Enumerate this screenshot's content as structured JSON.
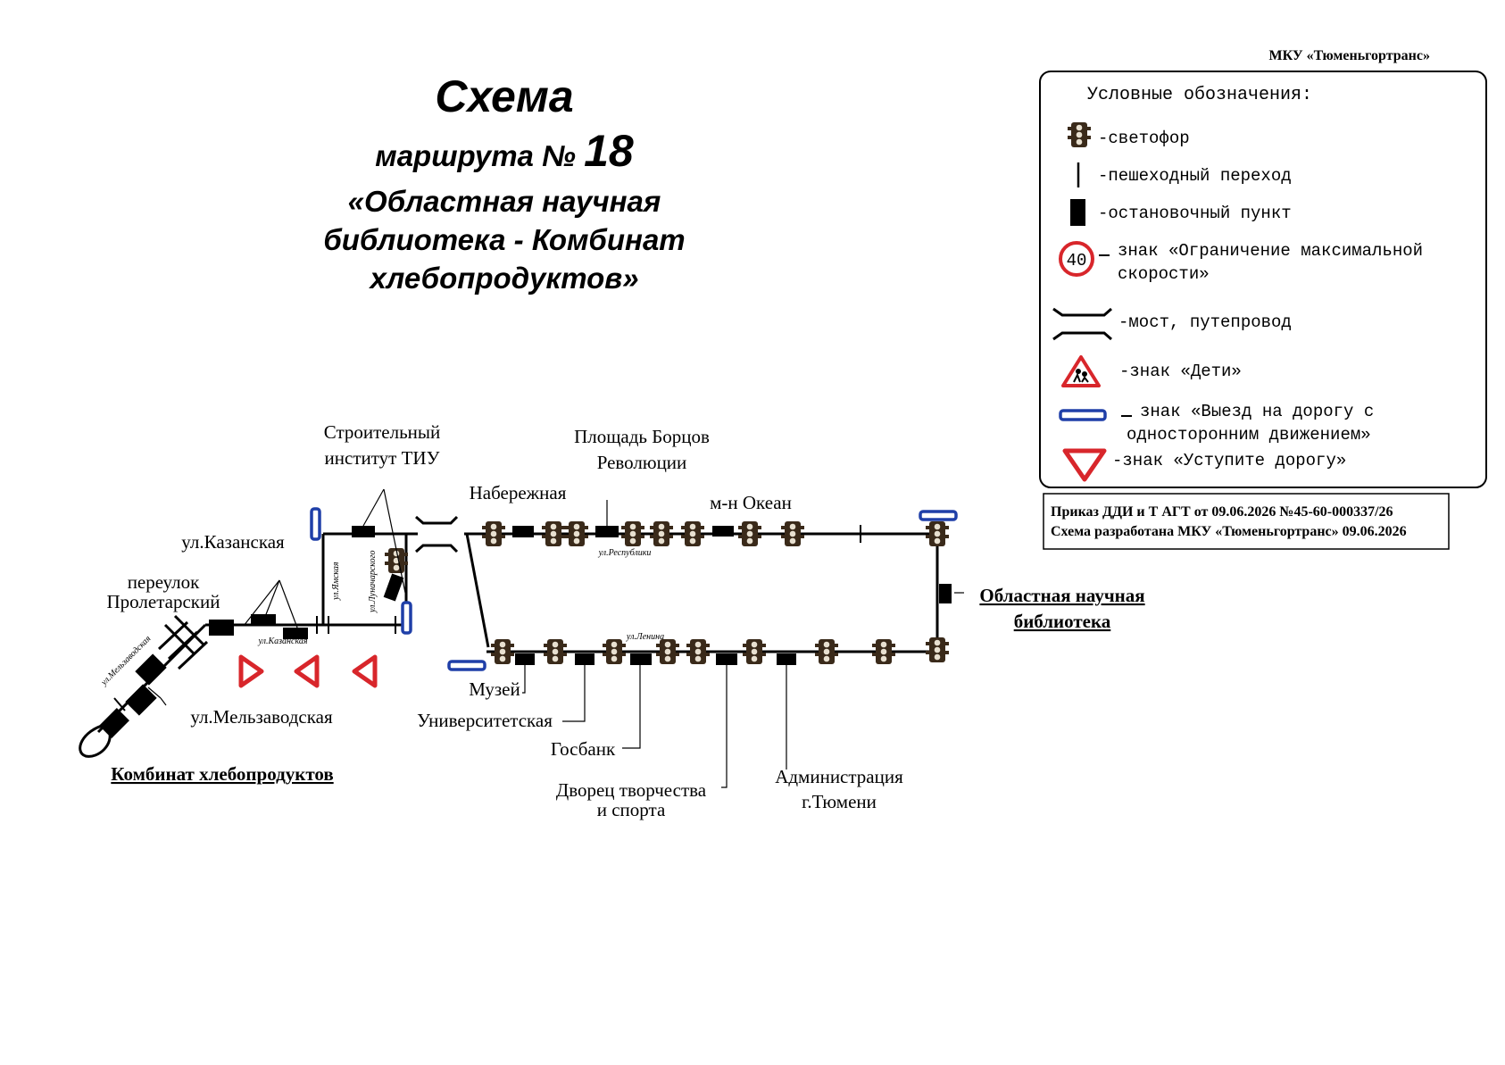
{
  "organization": "МКУ «Тюменьгортранс»",
  "title": {
    "line1": "Схема",
    "line2": "маршрута № ",
    "number": "18",
    "line3": "«Областная научная",
    "line4": "библиотека -  Комбинат",
    "line5": "хлебопродуктов»"
  },
  "legend": {
    "heading": "Условные обозначения:",
    "traffic_light": "-светофор",
    "crosswalk": "-пешеходный переход",
    "bus_stop": "-остановочный пункт",
    "speed_limit_value": "40",
    "speed_limit_line1": "знак «Ограничение максимальной",
    "speed_limit_line2": "скорости»",
    "bridge": "-мост, путепровод",
    "children": "-знак «Дети»",
    "one_way_line1": "знак «Выезд на дорогу с",
    "one_way_line2": "односторонним движением»",
    "yield": "-знак «Уступите дорогу»"
  },
  "order": {
    "line1": "Приказ ДДИ и Т АГТ от 09.06.2026 №45-60-000337/26",
    "line2": "Схема разработана МКУ «Тюменьгортранс» 09.06.2026"
  },
  "stops": {
    "stroitelny_1": "Строительный",
    "stroitelny_2": "институт ТИУ",
    "ploshchad_1": "Площадь Борцов",
    "ploshchad_2": "Революции",
    "naberezhnaya": "Набережная",
    "okean": "м-н Океан",
    "kazanskaya": "ул.Казанская",
    "pereulok_1": "переулок",
    "pereulok_2": "Пролетарский",
    "melzavodskaya": "ул.Мельзаводская",
    "kombinat": "Комбинат хлебопродуктов",
    "library_1": "Областная научная",
    "library_2": "библиотека",
    "muzey": "Музей",
    "universitetskaya": "Университетская",
    "gosbank": "Госбанк",
    "dvorets_1": "Дворец творчества",
    "dvorets_2": "и спорта",
    "admin_1": "Администрация",
    "admin_2": "г.Тюмени"
  },
  "streets": {
    "respubliki": "ул.Республики",
    "lenina": "ул.Ленина",
    "kazanskaya": "ул.Казанская",
    "yamskaya": "ул.Ямская",
    "lunacharskogo": "ул.Луначарского",
    "melzavodskaya": "ул.Мельзаводская"
  },
  "colors": {
    "line": "#000000",
    "sign_red": "#d8262b",
    "sign_blue": "#1f3fa8",
    "light_body": "#7a4a2a"
  }
}
